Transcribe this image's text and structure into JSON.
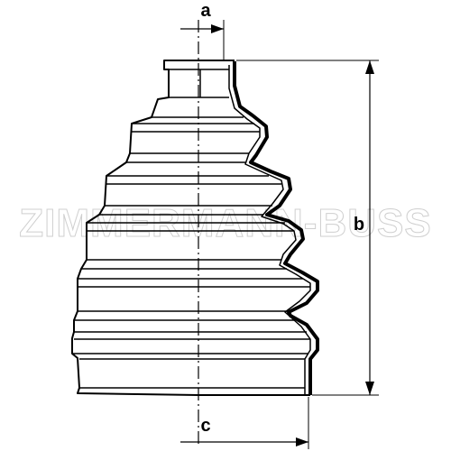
{
  "watermark": "ZIMMERMANN-BUSS",
  "dimensions": {
    "a": "a",
    "b": "b",
    "c": "c"
  },
  "colors": {
    "line": "#000000",
    "background": "#ffffff",
    "watermark": "#cfcfcf"
  }
}
